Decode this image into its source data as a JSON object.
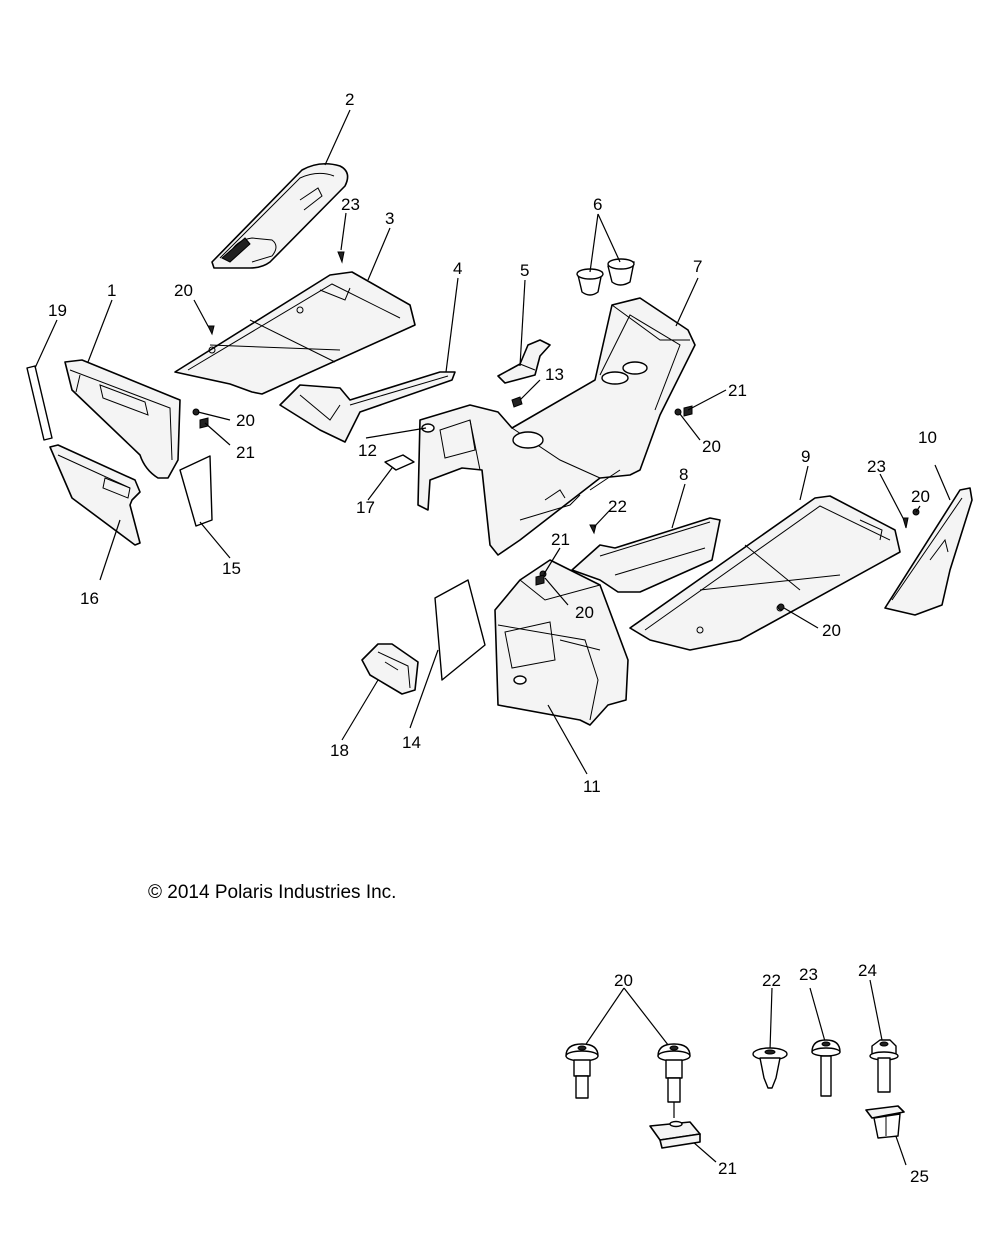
{
  "copyright": "© 2014 Polaris Industries Inc.",
  "callouts": {
    "c1": "1",
    "c2": "2",
    "c3": "3",
    "c4": "4",
    "c5": "5",
    "c6": "6",
    "c7": "7",
    "c8": "8",
    "c9": "9",
    "c10": "10",
    "c11": "11",
    "c12": "12",
    "c13": "13",
    "c14": "14",
    "c15": "15",
    "c16": "16",
    "c17": "17",
    "c18": "18",
    "c19": "19",
    "c20": "20",
    "c21": "21",
    "c22": "22",
    "c23": "23",
    "c24": "24",
    "c25": "25"
  }
}
